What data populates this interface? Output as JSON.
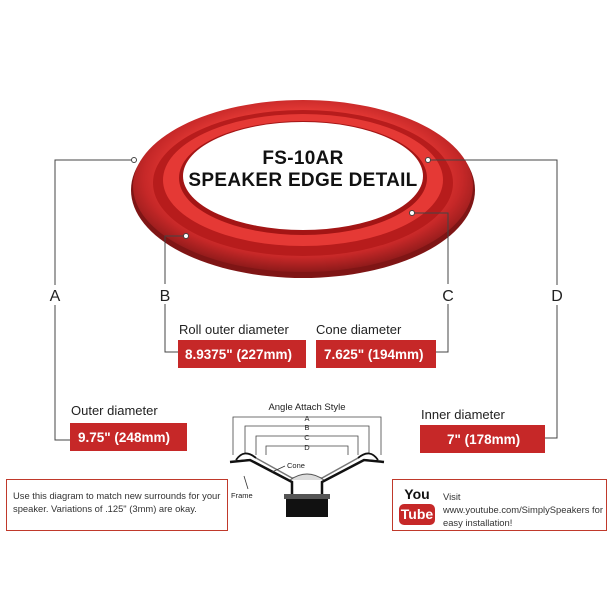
{
  "title_line1": "FS-10AR",
  "title_line2": "SPEAKER EDGE DETAIL",
  "letters": {
    "a": "A",
    "b": "B",
    "c": "C",
    "d": "D"
  },
  "labels": {
    "roll_outer": "Roll outer diameter",
    "cone": "Cone diameter",
    "outer": "Outer diameter",
    "inner": "Inner diameter"
  },
  "values": {
    "roll_outer": "8.9375\" (227mm)",
    "cone": "7.625\" (194mm)",
    "outer": "9.75\" (248mm)",
    "inner": "7\" (178mm)"
  },
  "inset": {
    "title": "Angle Attach Style",
    "letters": [
      "A",
      "B",
      "C",
      "D"
    ],
    "cone_label": "Cone",
    "frame_label": "Frame"
  },
  "note_text": "Use this diagram to match new surrounds for your speaker. Variations of .125\" (3mm) are okay.",
  "youtube": {
    "logo_you": "You",
    "logo_tube": "Tube",
    "text": "Visit www.youtube.com/SimplySpeakers for easy installation!"
  },
  "colors": {
    "accent": "#c62828",
    "surround": "#d32f2f",
    "line": "#333333"
  }
}
